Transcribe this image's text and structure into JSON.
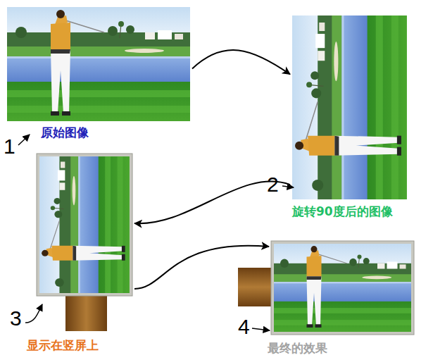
{
  "diagram": {
    "nodes": [
      {
        "text": [
          "原始图像"
        ]
      },
      {
        "text": [
          "旋转90度后的图像"
        ]
      },
      {
        "text": [
          "显示在竖屏上"
        ]
      },
      {
        "text": [
          "最终的效果"
        ]
      }
    ],
    "edges": [
      {
        "from": 0,
        "to": 1,
        "arrow": "to"
      },
      {
        "from": 1,
        "to": 2,
        "arrow": "to"
      },
      {
        "from": 2,
        "to": 3,
        "arrow": "to"
      }
    ],
    "labels": [
      "1",
      "2",
      "3",
      "4"
    ]
  }
}
